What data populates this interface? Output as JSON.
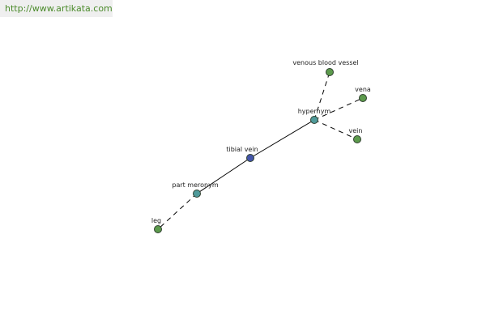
{
  "banner": {
    "url": "http://www.artikata.com"
  },
  "colors": {
    "leaf": "#5c9a4c",
    "relation": "#4f9a9a",
    "center": "#4455aa"
  },
  "graph": {
    "nodes": [
      {
        "id": "center",
        "label": "tibial vein",
        "kind": "center"
      },
      {
        "id": "hypernym",
        "label": "hypernym",
        "kind": "relation"
      },
      {
        "id": "meronym",
        "label": "part meronym",
        "kind": "relation"
      },
      {
        "id": "venous",
        "label": "venous blood vessel",
        "kind": "leaf"
      },
      {
        "id": "vena",
        "label": "vena",
        "kind": "leaf"
      },
      {
        "id": "vein",
        "label": "vein",
        "kind": "leaf"
      },
      {
        "id": "leg",
        "label": "leg",
        "kind": "leaf"
      }
    ],
    "edges": [
      {
        "from": "center",
        "to": "hypernym",
        "style": "solid"
      },
      {
        "from": "center",
        "to": "meronym",
        "style": "solid"
      },
      {
        "from": "hypernym",
        "to": "venous",
        "style": "dashed"
      },
      {
        "from": "hypernym",
        "to": "vena",
        "style": "dashed"
      },
      {
        "from": "hypernym",
        "to": "vein",
        "style": "dashed"
      },
      {
        "from": "meronym",
        "to": "leg",
        "style": "dashed"
      }
    ]
  }
}
